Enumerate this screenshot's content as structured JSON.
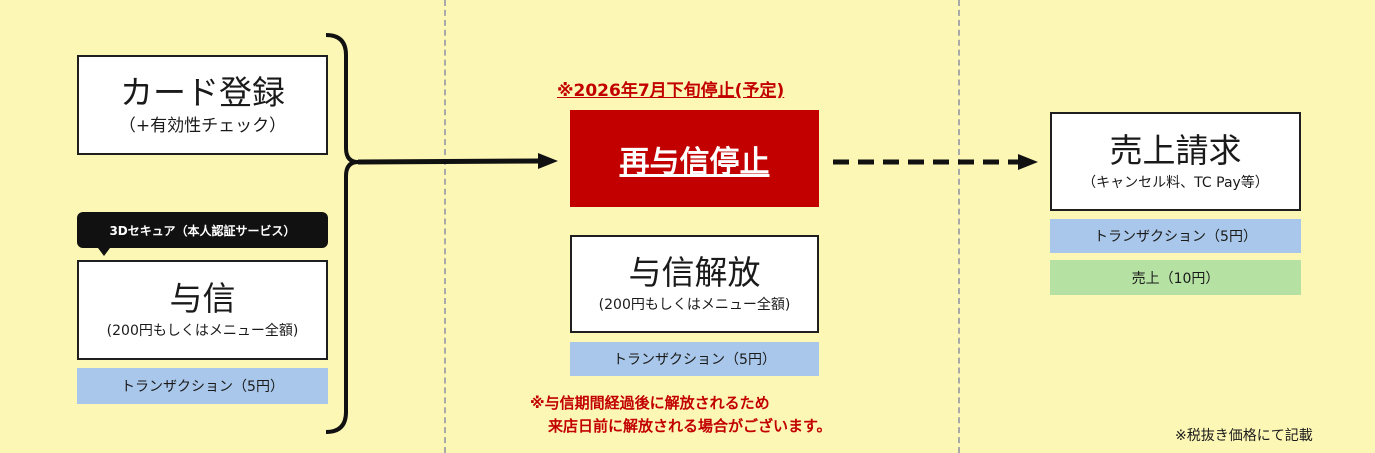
{
  "card_registration": {
    "title": "カード登録",
    "subtitle": "（+有効性チェック）"
  },
  "secure_badge": "3Dセキュア（本人認証サービス）",
  "authorization": {
    "title": "与信",
    "subtitle": "(200円もしくはメニュー全額)",
    "transaction": "トランザクション（5円）"
  },
  "stop_notice": "※2026年7月下旬停止(予定)",
  "reauth_stop": "再与信停止",
  "auth_release": {
    "title": "与信解放",
    "subtitle": "(200円もしくはメニュー全額)",
    "transaction": "トランザクション（5円）"
  },
  "release_note": {
    "line1": "※与信期間経過後に解放されるため",
    "line2": "来店日前に解放される場合がございます。"
  },
  "sales_request": {
    "title": "売上請求",
    "subtitle": "（キャンセル料、TC Pay等）",
    "transaction": "トランザクション（5円）",
    "sales": "売上（10円）"
  },
  "footnote": "※税抜き価格にて記載",
  "colors": {
    "background": "#fdf7b6",
    "red": "#c20000",
    "blue": "#a9c7ea",
    "green": "#b5e2a3"
  }
}
